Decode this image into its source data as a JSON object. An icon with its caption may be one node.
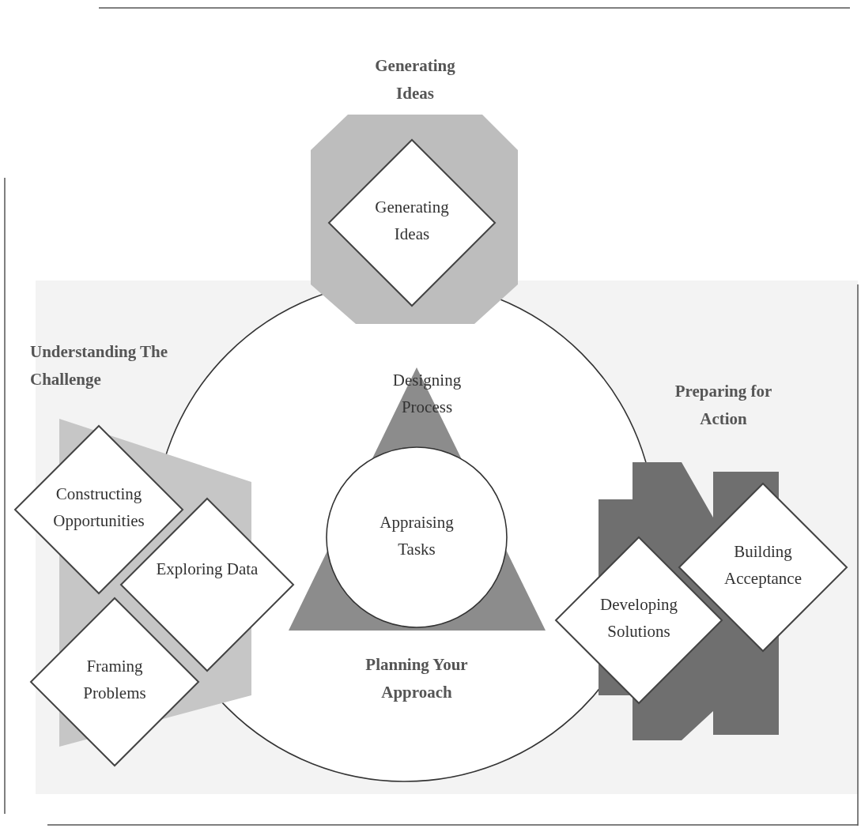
{
  "diagram": {
    "nodes": [
      {
        "text": [
          "Generating Ideas"
        ]
      },
      {
        "text": [
          "Generating Ideas"
        ],
        "in": 0
      },
      {
        "text": [
          "Understanding The Challenge"
        ]
      },
      {
        "text": [
          "Constructing Opportunities"
        ]
      },
      {
        "text": [
          "Exploring Data"
        ]
      },
      {
        "text": [
          "Framing Problems"
        ]
      },
      {
        "text": [
          "Planning Your Approach"
        ]
      },
      {
        "text": [
          "Designing Process"
        ],
        "in": 6
      },
      {
        "text": [
          "Appraising Tasks"
        ],
        "in": 7
      },
      {
        "text": [
          "Preparing for Action"
        ]
      },
      {
        "text": [
          "Building Acceptance"
        ]
      },
      {
        "text": [
          "Developing Solutions"
        ]
      }
    ],
    "edges": []
  }
}
